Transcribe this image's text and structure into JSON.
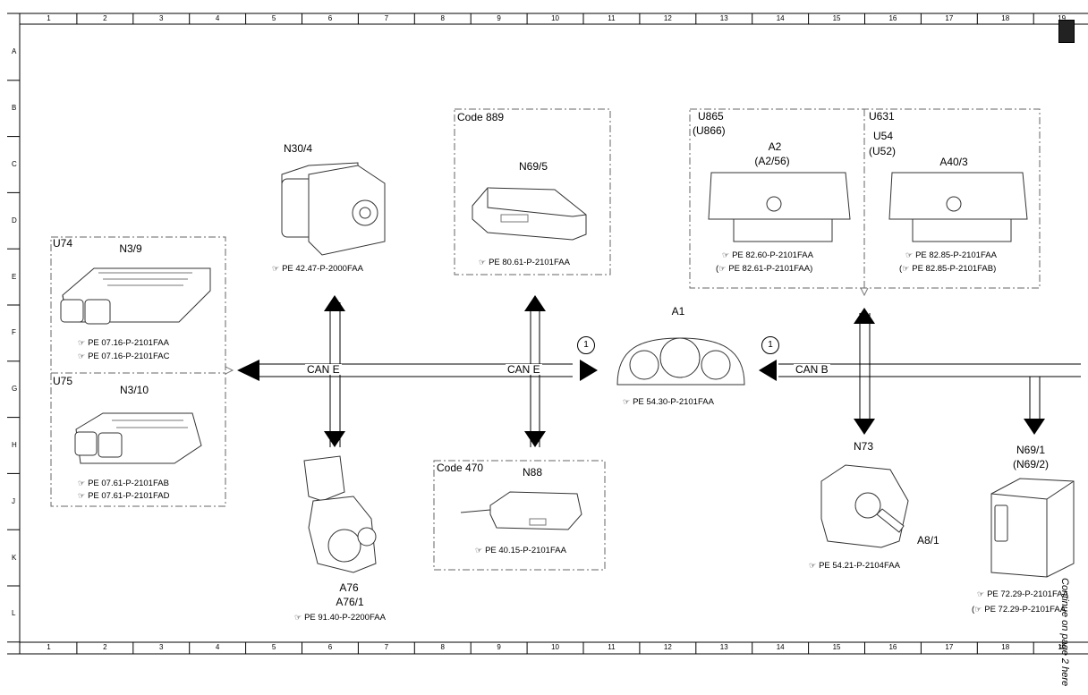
{
  "grid": {
    "columns": [
      "1",
      "2",
      "3",
      "4",
      "5",
      "6",
      "7",
      "8",
      "9",
      "10",
      "11",
      "12",
      "13",
      "14",
      "15",
      "16",
      "17",
      "18",
      "19"
    ],
    "rows": [
      "A",
      "B",
      "C",
      "D",
      "E",
      "F",
      "G",
      "H",
      "J",
      "K",
      "L"
    ]
  },
  "groups": {
    "u74": "U74",
    "u75": "U75",
    "code889": "Code 889",
    "code470": "Code 470",
    "u865": "U865",
    "u866": "(U866)",
    "u631": "U631",
    "u54": "U54",
    "u52": "(U52)"
  },
  "components": {
    "n3_9": {
      "name": "N3/9",
      "refs": [
        "PE 07.16-P-2101FAA",
        "PE 07.16-P-2101FAC"
      ]
    },
    "n3_10": {
      "name": "N3/10",
      "refs": [
        "PE 07.61-P-2101FAB",
        "PE 07.61-P-2101FAD"
      ]
    },
    "n30_4": {
      "name": "N30/4",
      "ref": "PE 42.47-P-2000FAA"
    },
    "a76": {
      "name": "A76",
      "name2": "A76/1",
      "ref": "PE 91.40-P-2200FAA"
    },
    "n69_5": {
      "name": "N69/5",
      "ref": "PE 80.61-P-2101FAA"
    },
    "n88": {
      "name": "N88",
      "ref": "PE 40.15-P-2101FAA"
    },
    "a1": {
      "name": "A1",
      "ref": "PE 54.30-P-2101FAA"
    },
    "a2": {
      "name": "A2",
      "name2": "(A2/56)",
      "ref1": "PE 82.60-P-2101FAA",
      "ref2": "PE 82.61-P-2101FAA)"
    },
    "a40_3": {
      "name": "A40/3",
      "ref1": "PE 82.85-P-2101FAA",
      "ref2": "PE 82.85-P-2101FAB)"
    },
    "n73": {
      "name": "N73"
    },
    "a8_1": {
      "name": "A8/1",
      "ref": "PE 54.21-P-2104FAA"
    },
    "n69_1": {
      "name": "N69/1",
      "name2": "(N69/2)",
      "ref1": "PE 72.29-P-2101FAA",
      "ref2": "PE 72.29-P-2101FAA"
    }
  },
  "bus": {
    "can_e_left": "CAN E",
    "can_e_right": "CAN E",
    "can_b": "CAN B",
    "connector1": "1",
    "connector2": "1"
  },
  "side_note": "Continue on page 2 here",
  "icons": {
    "reference": "pointing-hand-icon",
    "open_paren": "("
  }
}
